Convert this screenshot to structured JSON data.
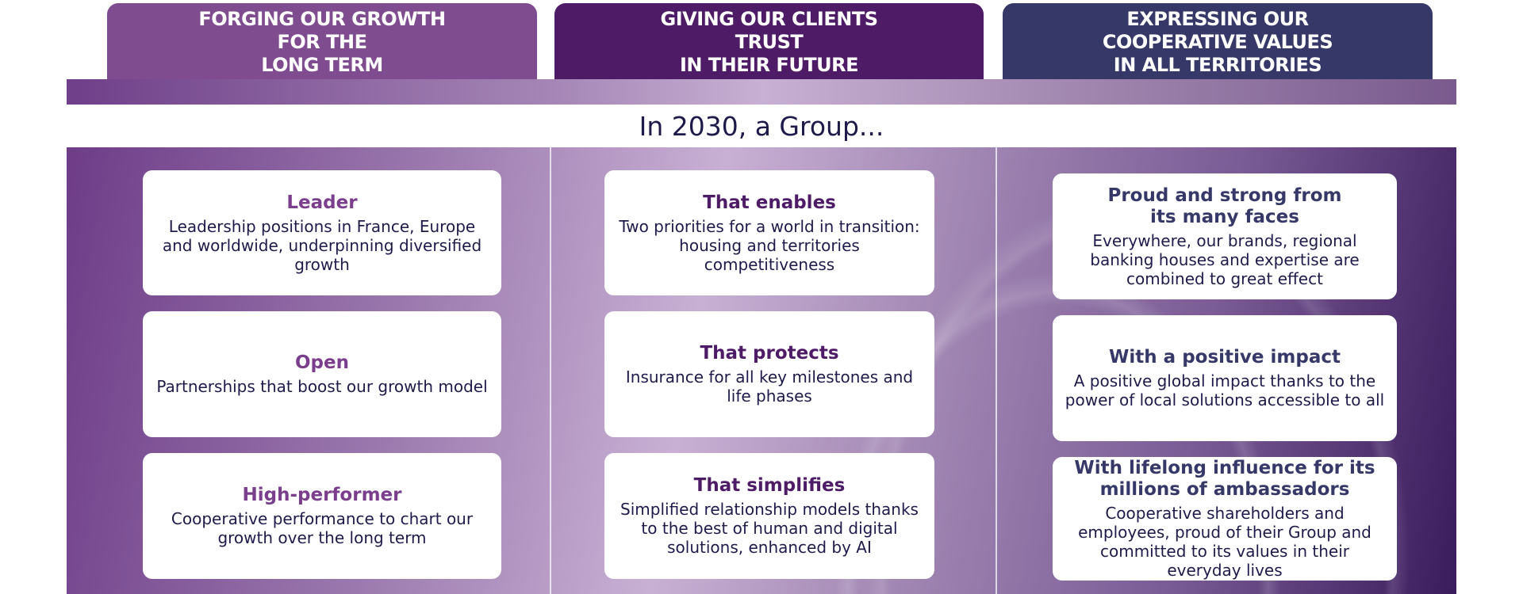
{
  "pillars": [
    {
      "title": "FORGING OUR GROWTH\nFOR THE\nLONG TERM",
      "color": "#7f4c8f"
    },
    {
      "title": "GIVING OUR CLIENTS\nTRUST\nIN THEIR FUTURE",
      "color": "#4e1b66"
    },
    {
      "title": "EXPRESSING OUR\nCOOPERATIVE VALUES\nIN ALL TERRITORIES",
      "color": "#363868"
    }
  ],
  "subtitle": "In 2030, a Group...",
  "columns": [
    {
      "cards": [
        {
          "title": "Leader",
          "text": "Leadership positions in France, Europe and worldwide, underpinning diversified growth"
        },
        {
          "title": "Open",
          "text": "Partnerships that boost our growth model"
        },
        {
          "title": "High-performer",
          "text": "Cooperative performance to chart our growth over the long term"
        }
      ]
    },
    {
      "cards": [
        {
          "title": "That enables",
          "text": "Two priorities for a world in transition: housing and territories competitiveness"
        },
        {
          "title": "That protects",
          "text": "Insurance for all key milestones and life phases"
        },
        {
          "title": "That simplifies",
          "text": "Simplified relationship models thanks to the best of human and digital solutions, enhanced by AI"
        }
      ]
    },
    {
      "cards": [
        {
          "title": "Proud and strong from\nits many faces",
          "text": "Everywhere, our brands, regional banking houses and expertise are combined to great effect"
        },
        {
          "title": "With a positive impact",
          "text": "A positive global impact thanks to the power of local solutions accessible to all"
        },
        {
          "title": "With lifelong influence for its\nmillions of ambassadors",
          "text": "Cooperative shareholders and employees, proud of their Group and committed to its values in their everyday lives"
        }
      ]
    }
  ]
}
